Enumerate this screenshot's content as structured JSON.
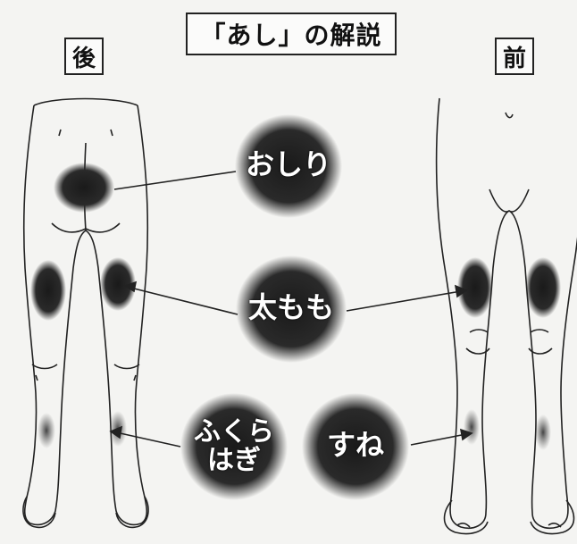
{
  "title": "「あし」の解説",
  "side_labels": {
    "back": "後",
    "front": "前"
  },
  "areas": [
    {
      "id": "oshiri",
      "label": "おしり"
    },
    {
      "id": "futomomo",
      "label": "太もも"
    },
    {
      "id": "fukurahagi",
      "label": "ふくら\nはぎ"
    },
    {
      "id": "sune",
      "label": "すね"
    }
  ]
}
